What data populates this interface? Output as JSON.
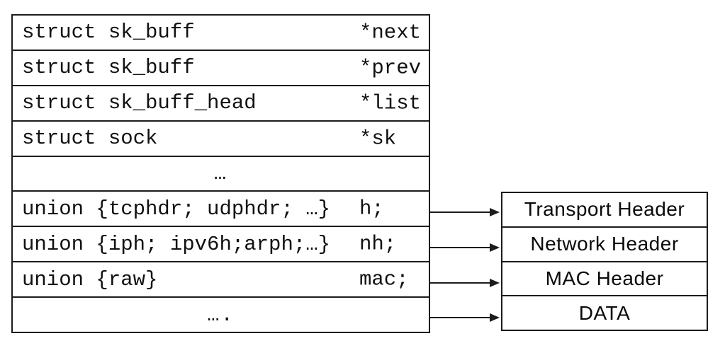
{
  "colors": {
    "background": "#ffffff",
    "line": "#1c1c1c",
    "text": "#111111"
  },
  "struct_table": {
    "rows": [
      {
        "type": "field",
        "decl": "struct sk_buff",
        "name": "*next"
      },
      {
        "type": "field",
        "decl": "struct sk_buff",
        "name": "*prev"
      },
      {
        "type": "field",
        "decl": "struct sk_buff_head",
        "name": "*list"
      },
      {
        "type": "field",
        "decl": "struct sock",
        "name": "*sk"
      },
      {
        "type": "ellipsis",
        "text": "…"
      },
      {
        "type": "field",
        "decl": "union {tcphdr; udphdr; …}",
        "name": "h;"
      },
      {
        "type": "field",
        "decl": "union {iph; ipv6h;arph;…}",
        "name": "nh;"
      },
      {
        "type": "field",
        "decl": "union {raw}",
        "name": "mac;"
      },
      {
        "type": "ellipsis",
        "text": "…."
      }
    ]
  },
  "header_boxes": {
    "labels": [
      "Transport Header",
      "Network Header",
      "MAC Header",
      "DATA"
    ]
  },
  "arrows": [
    {
      "from": "h;",
      "to": "Transport Header"
    },
    {
      "from": "nh;",
      "to": "Network Header"
    },
    {
      "from": "mac;",
      "to": "MAC Header"
    },
    {
      "from": "….",
      "to": "DATA"
    }
  ]
}
